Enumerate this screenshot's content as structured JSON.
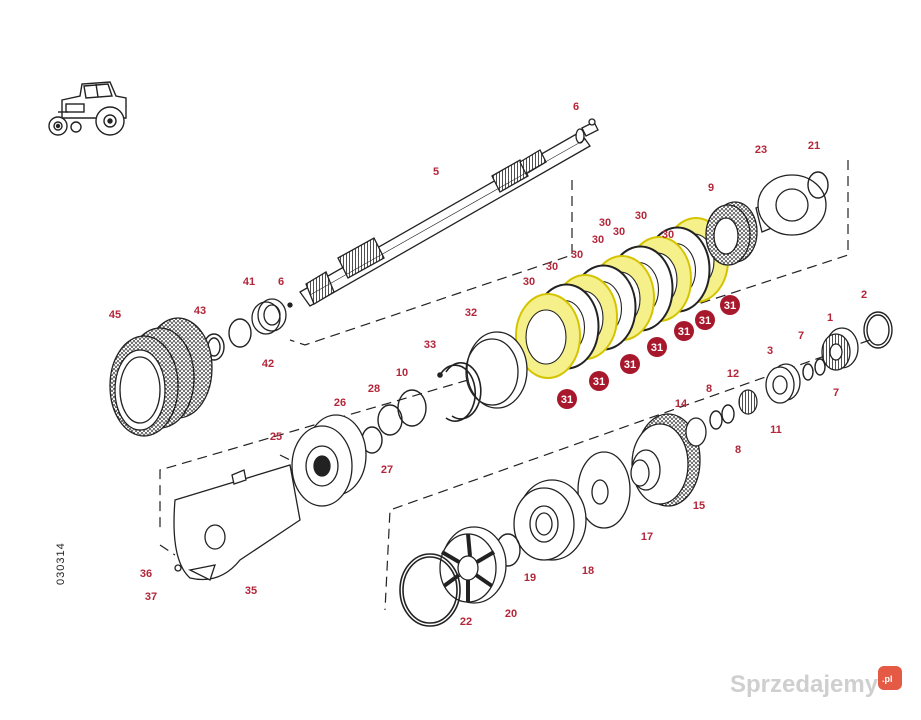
{
  "diagram": {
    "document_code": "030314",
    "colors": {
      "label": "#b3263a",
      "highlight_fill": "#f6f08a",
      "highlight_stroke": "#d4c400",
      "marker_fill": "#a8182d",
      "line": "#222222"
    },
    "labels": [
      {
        "id": "6",
        "text": "6"
      },
      {
        "id": "5",
        "text": "5"
      },
      {
        "id": "23",
        "text": "23"
      },
      {
        "id": "21",
        "text": "21"
      },
      {
        "id": "9",
        "text": "9"
      },
      {
        "id": "45",
        "text": "45"
      },
      {
        "id": "43",
        "text": "43"
      },
      {
        "id": "41",
        "text": "41"
      },
      {
        "id": "6b",
        "text": "6"
      },
      {
        "id": "42",
        "text": "42"
      },
      {
        "id": "32",
        "text": "32"
      },
      {
        "id": "33",
        "text": "33"
      },
      {
        "id": "10",
        "text": "10"
      },
      {
        "id": "28",
        "text": "28"
      },
      {
        "id": "26",
        "text": "26"
      },
      {
        "id": "25",
        "text": "25"
      },
      {
        "id": "27",
        "text": "27"
      },
      {
        "id": "36",
        "text": "36"
      },
      {
        "id": "37",
        "text": "37"
      },
      {
        "id": "35",
        "text": "35"
      },
      {
        "id": "2",
        "text": "2"
      },
      {
        "id": "1",
        "text": "1"
      },
      {
        "id": "7a",
        "text": "7"
      },
      {
        "id": "3",
        "text": "3"
      },
      {
        "id": "7b",
        "text": "7"
      },
      {
        "id": "12",
        "text": "12"
      },
      {
        "id": "8a",
        "text": "8"
      },
      {
        "id": "11",
        "text": "11"
      },
      {
        "id": "14",
        "text": "14"
      },
      {
        "id": "8b",
        "text": "8"
      },
      {
        "id": "15",
        "text": "15"
      },
      {
        "id": "17",
        "text": "17"
      },
      {
        "id": "18",
        "text": "18"
      },
      {
        "id": "19",
        "text": "19"
      },
      {
        "id": "20",
        "text": "20"
      },
      {
        "id": "22",
        "text": "22"
      },
      {
        "id": "30a",
        "text": "30"
      },
      {
        "id": "30b",
        "text": "30"
      },
      {
        "id": "30c",
        "text": "30"
      },
      {
        "id": "30d",
        "text": "30"
      },
      {
        "id": "30e",
        "text": "30"
      },
      {
        "id": "30f",
        "text": "30"
      },
      {
        "id": "30g",
        "text": "30"
      },
      {
        "id": "30h",
        "text": "30"
      }
    ],
    "markers": [
      {
        "id": "m1",
        "text": "31"
      },
      {
        "id": "m2",
        "text": "31"
      },
      {
        "id": "m3",
        "text": "31"
      },
      {
        "id": "m4",
        "text": "31"
      },
      {
        "id": "m5",
        "text": "31"
      },
      {
        "id": "m6",
        "text": "31"
      },
      {
        "id": "m7",
        "text": "31"
      }
    ]
  },
  "watermark": {
    "text": "Sprzedajemy",
    "badge": ".pl"
  }
}
